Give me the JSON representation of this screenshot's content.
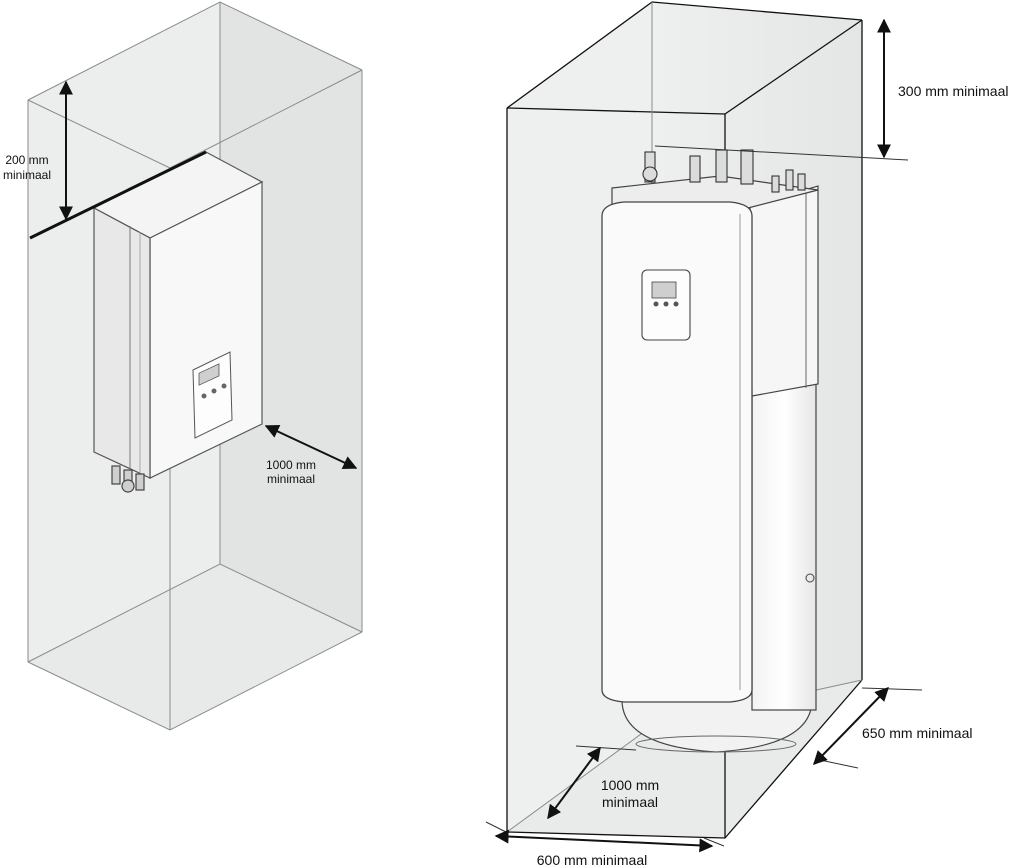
{
  "left_figure": {
    "top_clearance_line1": "200 mm",
    "top_clearance_line2": "minimaal",
    "front_clearance_line1": "1000 mm",
    "front_clearance_line2": "minimaal"
  },
  "right_figure": {
    "top_clearance": "300 mm minimaal",
    "side_depth_clearance": "650 mm minimaal",
    "front_clearance_line1": "1000 mm",
    "front_clearance_line2": "minimaal",
    "width_clearance": "600 mm minimaal"
  }
}
